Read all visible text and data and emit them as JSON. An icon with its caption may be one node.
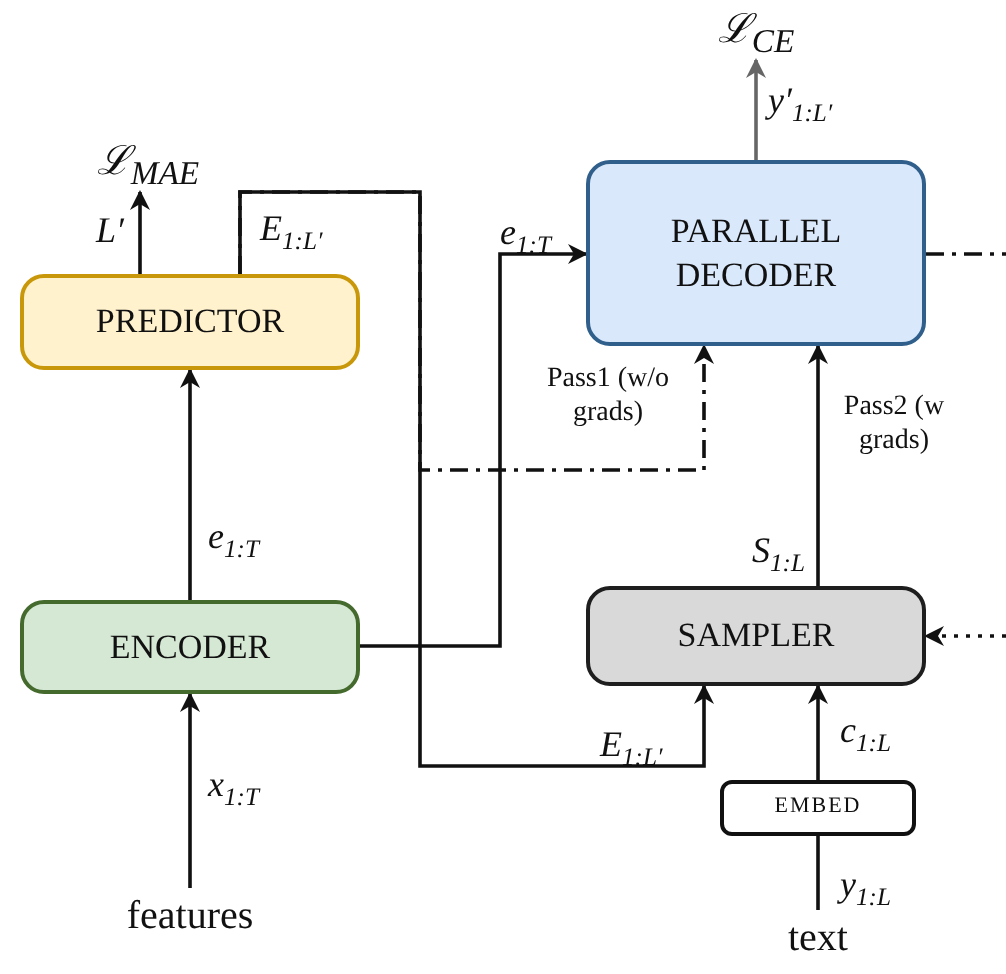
{
  "diagram": {
    "nodes": [
      {
        "text": [
          "PREDICTOR"
        ]
      },
      {
        "text": [
          "PARALLEL DECODER"
        ]
      },
      {
        "text": [
          "ENCODER"
        ]
      },
      {
        "text": [
          "SAMPLER"
        ]
      },
      {
        "text": [
          "EMBED"
        ]
      },
      {
        "text": [
          "features"
        ]
      },
      {
        "text": [
          "text"
        ]
      },
      {
        "text": [
          "ℒ$_{MAE}$"
        ]
      },
      {
        "text": [
          "ℒ$_{CE}$"
        ]
      }
    ],
    "edges": [
      {
        "from": 5,
        "to": 2,
        "arrow": "to",
        "label": "x$_{1:T}$"
      },
      {
        "from": 2,
        "to": 0,
        "arrow": "to",
        "label": "e$_{1:T}$"
      },
      {
        "from": 0,
        "to": 7,
        "arrow": "to",
        "label": "L′"
      },
      {
        "from": 0,
        "to": 3,
        "arrow": "to",
        "label": "E$_{1:L′}$"
      },
      {
        "from": 2,
        "to": 1,
        "arrow": "to",
        "label": "e$_{1:T}$"
      },
      {
        "from": 0,
        "to": 1,
        "arrow": "to",
        "label": "Pass1 (w/o grads)",
        "style": "dashed"
      },
      {
        "from": 3,
        "to": 1,
        "arrow": "to",
        "label": "Pass2 (w grads)"
      },
      {
        "from": 1,
        "to": 8,
        "arrow": "to",
        "label": "y′$_{1:L′}$",
        "color": "#666666"
      },
      {
        "from": 1,
        "to": null,
        "arrow": "none",
        "style": "dashed"
      },
      {
        "from": null,
        "to": 3,
        "arrow": "to",
        "style": "dashed"
      },
      {
        "from": 6,
        "to": 4,
        "arrow": "none",
        "label": "y$_{1:L}$"
      },
      {
        "from": 4,
        "to": 3,
        "arrow": "to",
        "label": "c$_{1:L}$"
      }
    ],
    "labels": [
      "E$_{1:L′}$",
      "S$_{1:L}$"
    ]
  }
}
